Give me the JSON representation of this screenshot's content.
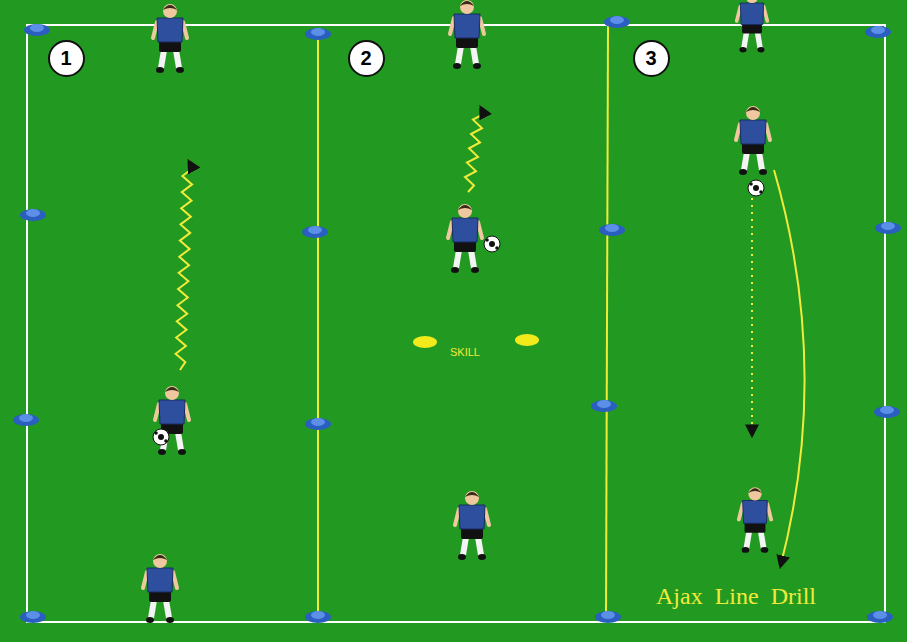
{
  "diagram": {
    "title": "Ajax Line Drill",
    "nodes": [
      {
        "text": [
          "1"
        ]
      },
      {
        "text": [
          "2"
        ]
      },
      {
        "text": [
          "3"
        ]
      }
    ],
    "labels": [
      "SKILL"
    ]
  }
}
